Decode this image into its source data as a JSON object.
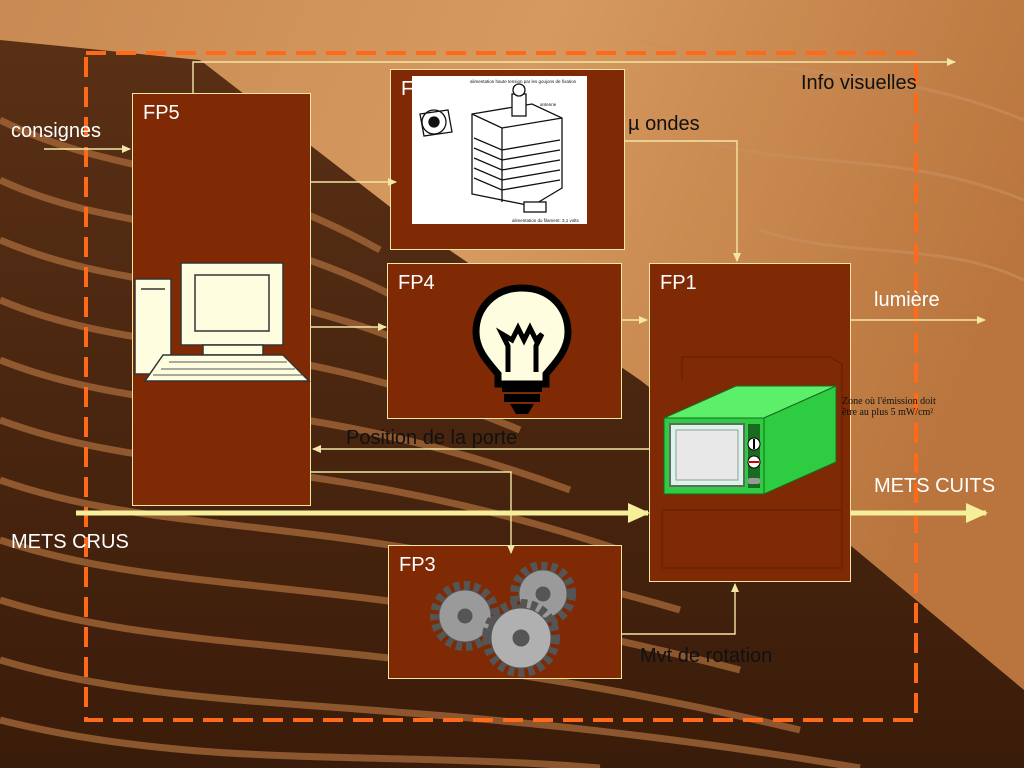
{
  "colors": {
    "frame": "#ff6a1a",
    "box_fill": "#7f2a05",
    "box_border": "#f2e6a6",
    "flow_line": "#f2e6a6",
    "main_flow": "#f5ef9a",
    "oven_body": "#2ecc40",
    "oven_top": "#5cf06a",
    "bulb": "#fffde0",
    "gear": "#9a9a9a"
  },
  "boxes": {
    "fp5": "FP5",
    "fp2": "F",
    "fp4": "FP4",
    "fp1": "FP1",
    "fp3": "FP3"
  },
  "flows": {
    "consignes": "consignes",
    "info_visuelles": "Info visuelles",
    "micro_ondes": "µ ondes",
    "lumiere": "lumière",
    "position_porte": "Position de la porte",
    "mets_cuits": "METS CUITS",
    "mets_crus": "METS CRUS",
    "mvt_rotation": "Mvt de rotation"
  },
  "zone_note": "Zone où l'émission doit être au plus 5 mW/cm²",
  "magnetron_labels": {
    "top": "alimentation haute tension par les goujons de fixation",
    "antenna": "antenne",
    "bottom": "alimentation du filament: 3,1 volts"
  },
  "icons": {
    "computer": "computer-icon",
    "bulb": "light-bulb-icon",
    "gears": "gears-icon",
    "oven": "microwave-oven-icon",
    "magnetron": "magnetron-illustration"
  }
}
